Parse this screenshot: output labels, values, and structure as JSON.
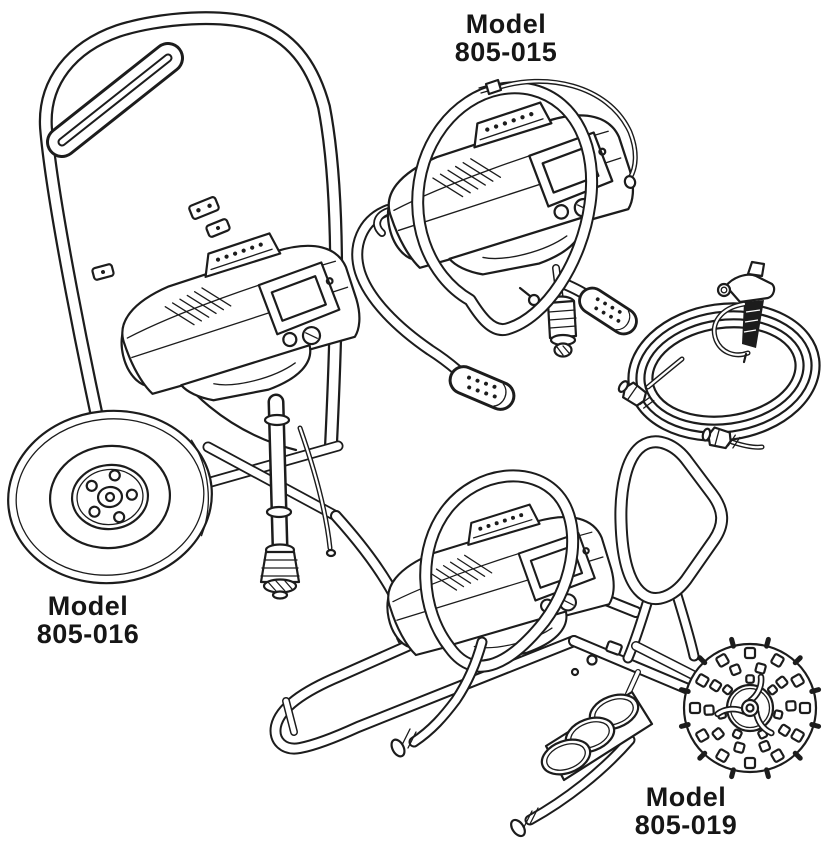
{
  "page": {
    "background": "#ffffff",
    "ink": "#1c1c1c"
  },
  "labels": {
    "m015": {
      "line1": "Model",
      "line2": "805-015"
    },
    "m016": {
      "line1": "Model",
      "line2": "805-016"
    },
    "m019": {
      "line1": "Model",
      "line2": "805-019"
    }
  },
  "figures": [
    {
      "name": "sprayer-805-016",
      "kind": "hi-boy cart airless paint sprayer with wheel and tall handle"
    },
    {
      "name": "sprayer-805-015",
      "kind": "stand-mount airless paint sprayer with hoop carry handle and perforated leg grips"
    },
    {
      "name": "spray-gun-with-coiled-hose",
      "kind": "airless spray gun standing on coiled high-pressure hose with two threaded hose fittings"
    },
    {
      "name": "sprayer-805-019",
      "kind": "lo-boy cart airless paint sprayer with knobby wheel and loop handle"
    }
  ]
}
